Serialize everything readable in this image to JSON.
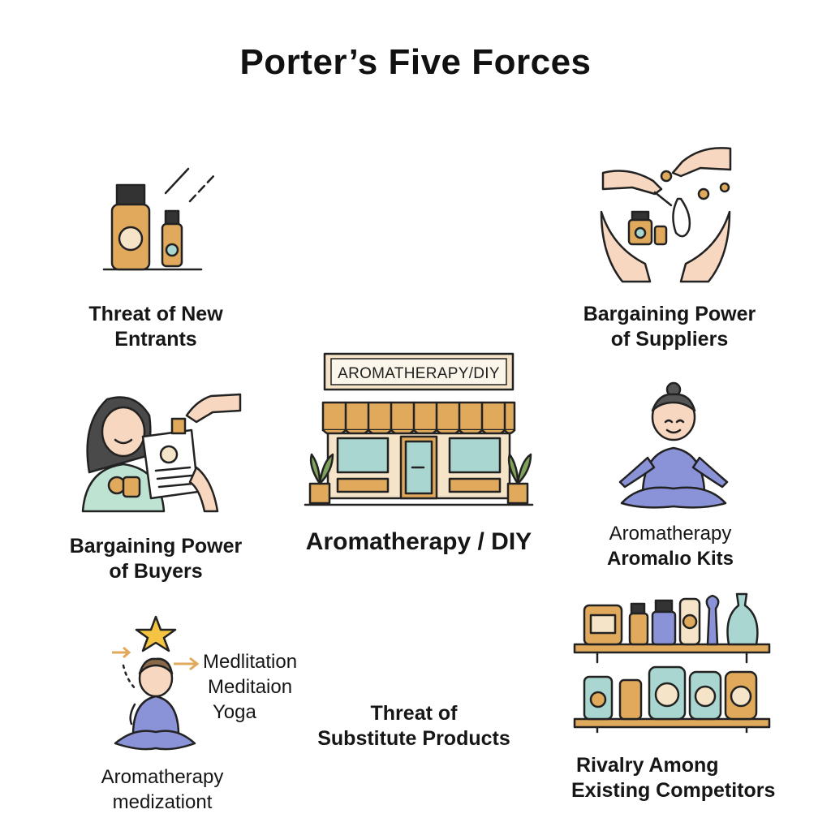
{
  "title": "Porter’s Five Forces",
  "center": {
    "sign": "AROMATHERAPY/DIY",
    "label": "Aromatherapy / DIY"
  },
  "forces": {
    "new_entrants": [
      "Threat of New",
      "Entrants"
    ],
    "suppliers": [
      "Bargaining Power",
      "of Suppliers"
    ],
    "buyers": [
      "Bargaining Power",
      "of Buyers"
    ],
    "kits": [
      "Aromatherapy",
      "Aromalıo Kits"
    ],
    "substitutes": [
      "Threat of",
      "Substitute Products"
    ],
    "rivalry": [
      "Rivalry Among",
      "Existing Competitors"
    ],
    "meditation_side": [
      "Medlitation",
      "Meditaion",
      "Yoga"
    ],
    "meditation_caption": [
      "Aromatherapy",
      "medizationt"
    ]
  },
  "colors": {
    "amber": "#E0A95C",
    "teal": "#A9D6D0",
    "shirt_green": "#BFE3D2",
    "lilac": "#8A92D8",
    "skin": "#F7D7BF",
    "star": "#F5C442"
  }
}
